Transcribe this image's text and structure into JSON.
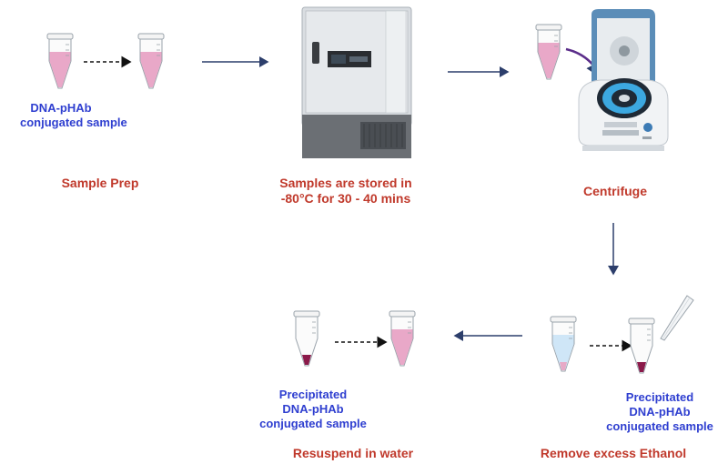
{
  "steps": [
    {
      "label_lines": [
        "Sample Prep"
      ]
    },
    {
      "label_lines": [
        "Samples are stored in",
        "-80°C for 30 - 40 mins"
      ]
    },
    {
      "label_lines": [
        "Centrifuge"
      ]
    },
    {
      "label_lines": [
        "Remove excess Ethanol"
      ]
    },
    {
      "label_lines": [
        "Resuspend in water"
      ]
    }
  ],
  "sample_labels": {
    "start": [
      "DNA-pHAb",
      "conjugated sample"
    ],
    "precipitated_right": [
      "Precipitated",
      "DNA-pHAb",
      "conjugated sample"
    ],
    "precipitated_left": [
      "Precipitated",
      "DNA-pHAb",
      "conjugated sample"
    ]
  },
  "colors": {
    "step_label": "#c0392b",
    "sample_label": "#2f3fd0",
    "flow_arrow": "#2c3e6b",
    "pink_liquid": "#e9a8c8",
    "blue_liquid": "#cfe6f7",
    "pellet": "#8b1a4a"
  }
}
